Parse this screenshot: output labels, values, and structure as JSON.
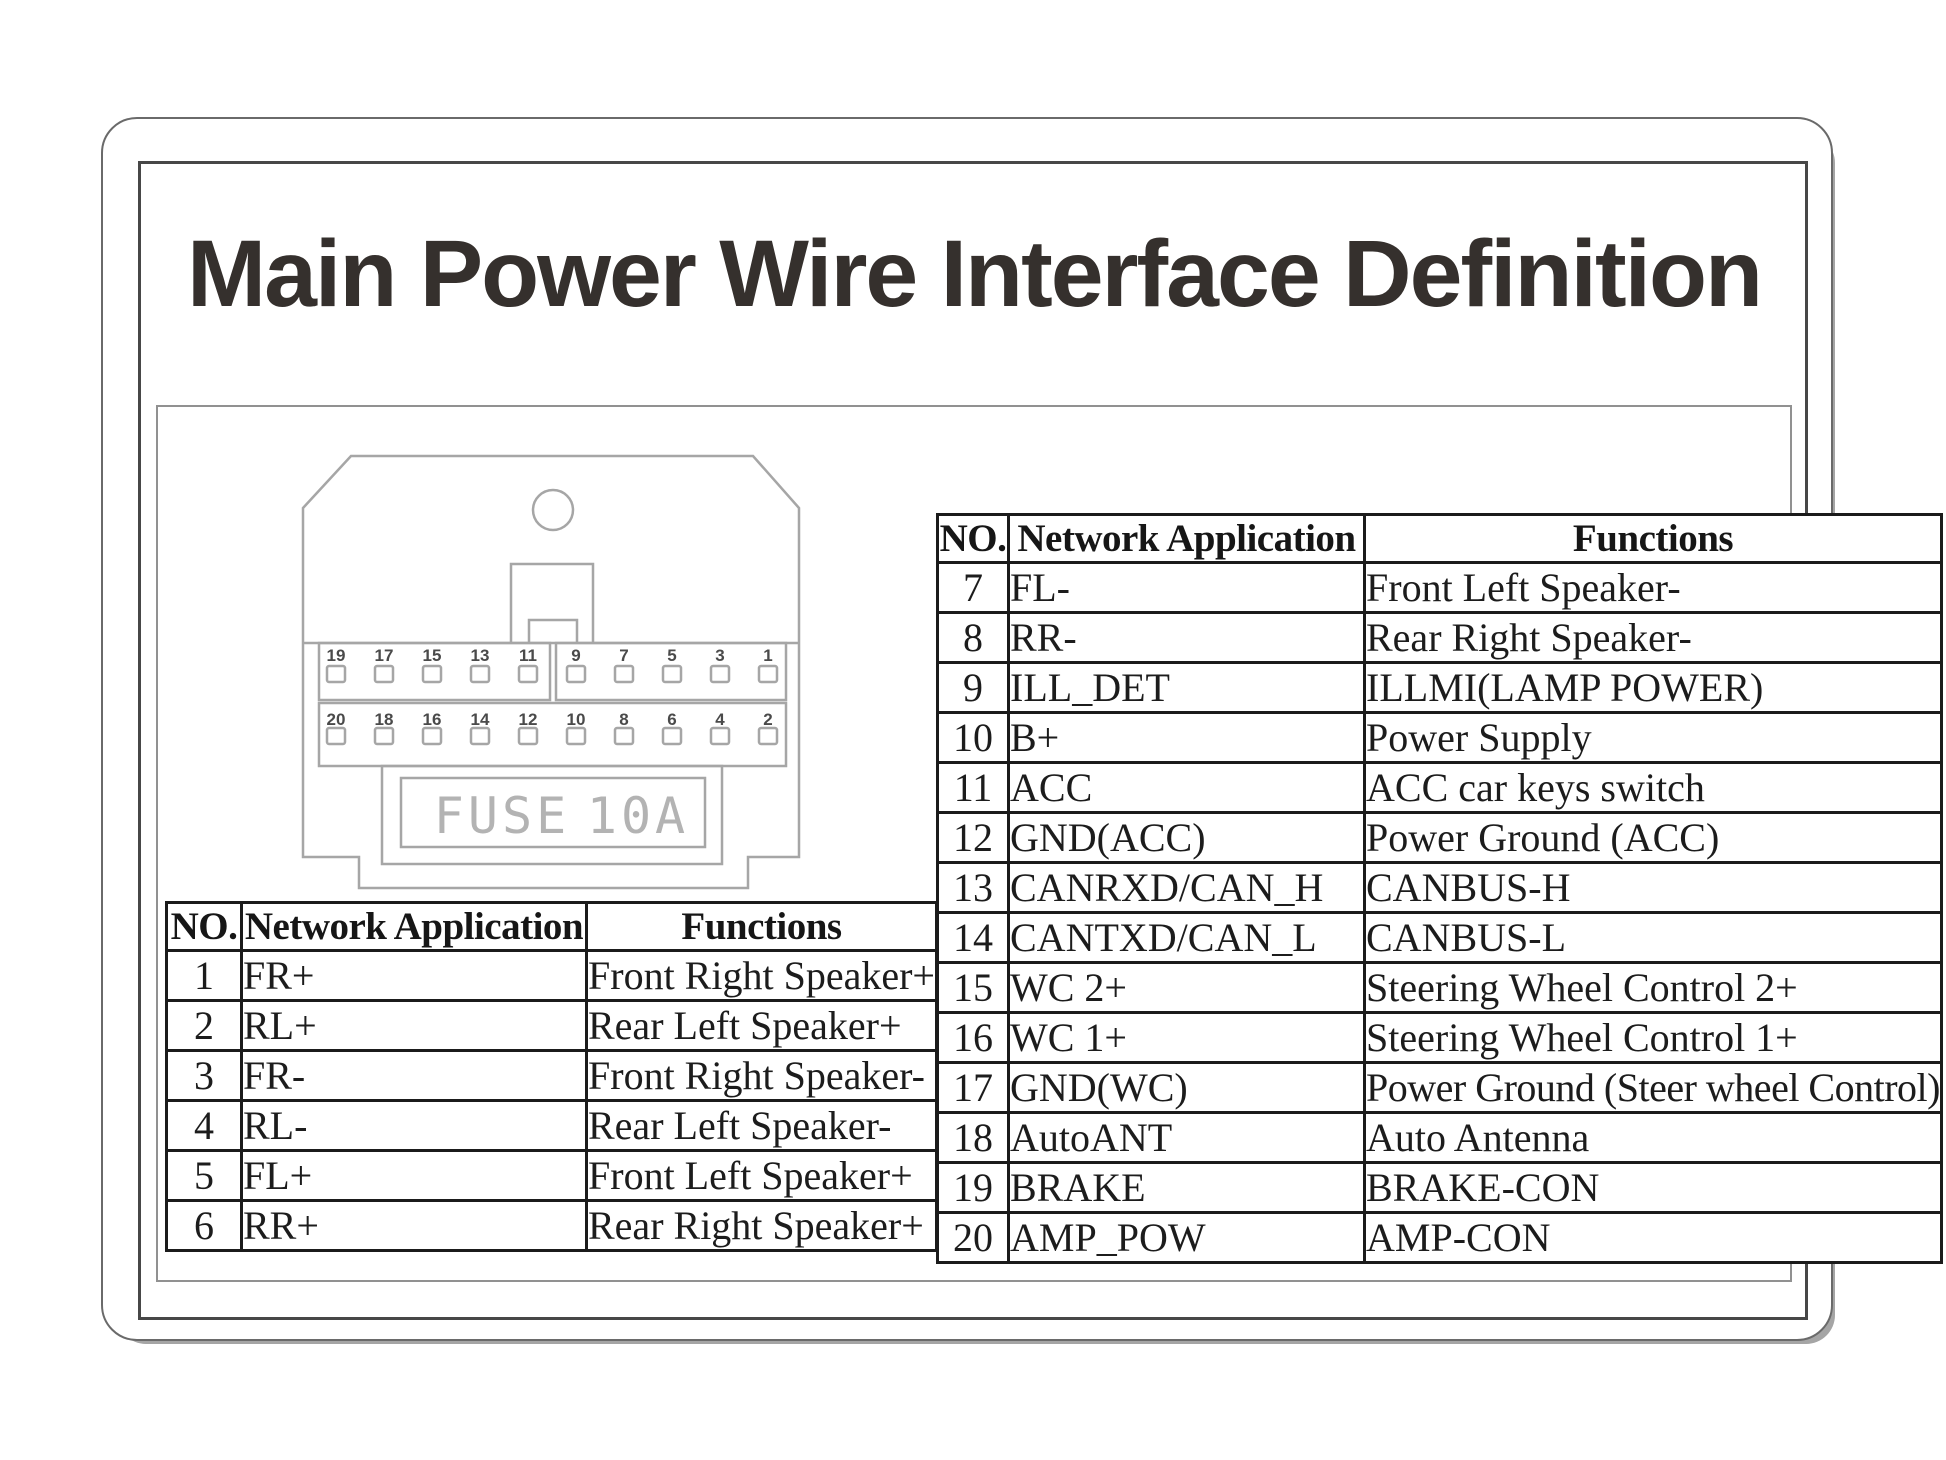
{
  "page_title": "Main Power Wire Interface Definition",
  "connector": {
    "fuse_label": "FUSE",
    "fuse_rating": "10A",
    "pin_rows": [
      [
        "19",
        "17",
        "15",
        "13",
        "11",
        "9",
        "7",
        "5",
        "3",
        "1"
      ],
      [
        "20",
        "18",
        "16",
        "14",
        "12",
        "10",
        "8",
        "6",
        "4",
        "2"
      ]
    ]
  },
  "tables": {
    "left": {
      "headers": [
        "NO.",
        "Network Application",
        "Functions"
      ],
      "rows": [
        [
          "1",
          "FR+",
          "Front Right Speaker+"
        ],
        [
          "2",
          "RL+",
          "Rear Left Speaker+"
        ],
        [
          "3",
          "FR-",
          "Front Right Speaker-"
        ],
        [
          "4",
          "RL-",
          "Rear Left Speaker-"
        ],
        [
          "5",
          "FL+",
          "Front Left Speaker+"
        ],
        [
          "6",
          "RR+",
          "Rear Right Speaker+"
        ]
      ]
    },
    "right": {
      "headers": [
        "NO.",
        "Network Application",
        "Functions"
      ],
      "rows": [
        [
          "7",
          "FL-",
          "Front Left Speaker-"
        ],
        [
          "8",
          "RR-",
          "Rear Right Speaker-"
        ],
        [
          "9",
          "ILL_DET",
          "ILLMI(LAMP POWER)"
        ],
        [
          "10",
          "B+",
          "Power Supply"
        ],
        [
          "11",
          "ACC",
          "ACC car keys switch"
        ],
        [
          "12",
          "GND(ACC)",
          "Power Ground (ACC)"
        ],
        [
          "13",
          "CANRXD/CAN_H",
          "CANBUS-H"
        ],
        [
          "14",
          "CANTXD/CAN_L",
          "CANBUS-L"
        ],
        [
          "15",
          "WC 2+",
          "Steering Wheel Control 2+"
        ],
        [
          "16",
          "WC 1+",
          "Steering Wheel Control 1+"
        ],
        [
          "17",
          "GND(WC)",
          "Power Ground (Steer wheel Control)"
        ],
        [
          "18",
          "AutoANT",
          "Auto Antenna"
        ],
        [
          "19",
          "BRAKE",
          "BRAKE-CON"
        ],
        [
          "20",
          "AMP_POW",
          "AMP-CON"
        ]
      ]
    }
  }
}
